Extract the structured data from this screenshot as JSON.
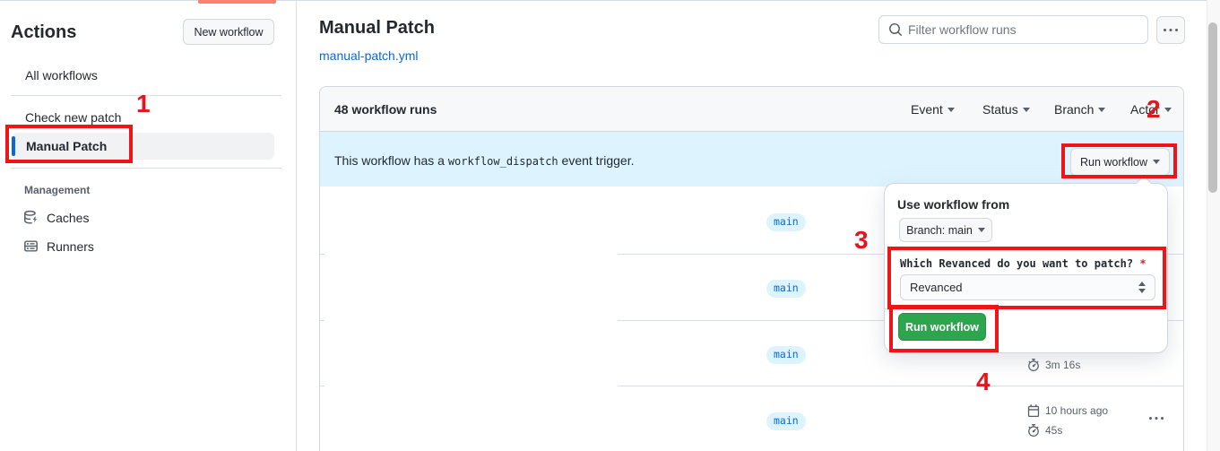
{
  "annotations": {
    "step1": "1",
    "step2": "2",
    "step3": "3",
    "step4": "4"
  },
  "sidebar": {
    "title": "Actions",
    "new_workflow_button": "New workflow",
    "items": [
      {
        "label": "All workflows"
      },
      {
        "label": "Check new patch"
      },
      {
        "label": "Manual Patch"
      }
    ],
    "management": {
      "label": "Management",
      "items": [
        {
          "label": "Caches",
          "icon": "cache-icon"
        },
        {
          "label": "Runners",
          "icon": "server-icon"
        }
      ]
    }
  },
  "main": {
    "title": "Manual Patch",
    "file_link": "manual-patch.yml",
    "filter": {
      "placeholder": "Filter workflow runs",
      "icon": "search-icon"
    },
    "more_button_icon": "kebab-horizontal-icon"
  },
  "table": {
    "count": "48 workflow runs",
    "filters": [
      {
        "label": "Event"
      },
      {
        "label": "Status"
      },
      {
        "label": "Branch"
      },
      {
        "label": "Actor"
      }
    ],
    "banner": {
      "prefix": "This workflow has a",
      "code": "workflow_dispatch",
      "suffix": "event trigger.",
      "button": "Run workflow"
    },
    "rows": [
      {
        "branch": "main"
      },
      {
        "branch": "main"
      },
      {
        "branch": "main",
        "duration": "3m 16s"
      },
      {
        "branch": "main",
        "time": "10 hours ago",
        "duration": "45s"
      }
    ]
  },
  "dialog": {
    "heading": "Use workflow from",
    "branch_button": "Branch: main",
    "input_label": "Which Revanced do you want to patch?",
    "required_mark": "*",
    "input_value": "Revanced",
    "run_button": "Run workflow"
  },
  "colors": {
    "accent": "#0969da",
    "banner_bg": "#ddf4ff",
    "success": "#2da44e",
    "annotation": "#ee1417",
    "border": "#d0d7de",
    "muted": "#57606a"
  }
}
